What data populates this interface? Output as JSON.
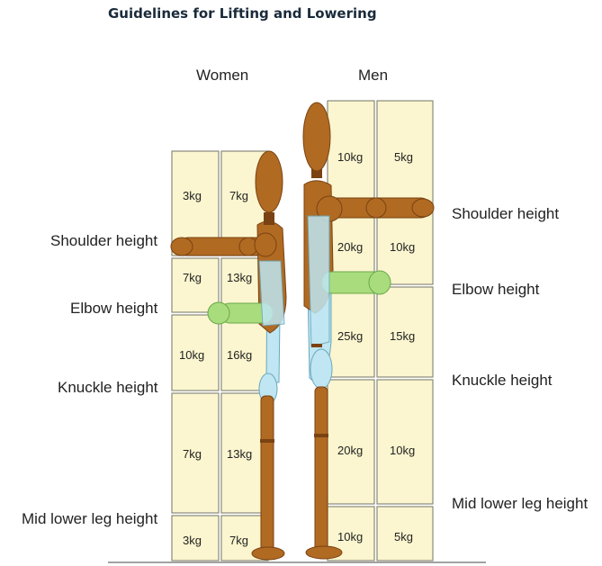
{
  "title": "Guidelines for Lifting and Lowering",
  "columns": {
    "women": "Women",
    "men": "Men"
  },
  "women_labels": {
    "shoulder": "Shoulder height",
    "elbow": "Elbow height",
    "knuckle": "Knuckle height",
    "mid_lower_leg": "Mid lower leg height"
  },
  "men_labels": {
    "shoulder": "Shoulder height",
    "elbow": "Elbow height",
    "knuckle": "Knuckle height",
    "mid_lower_leg": "Mid lower leg height"
  },
  "women_weights": {
    "above_shoulder": {
      "far": "3kg",
      "close": "7kg"
    },
    "shoulder_to_elbow": {
      "far": "7kg",
      "close": "13kg"
    },
    "elbow_to_knuckle": {
      "far": "10kg",
      "close": "16kg"
    },
    "knuckle_to_leg": {
      "far": "7kg",
      "close": "13kg"
    },
    "below_leg": {
      "far": "3kg",
      "close": "7kg"
    }
  },
  "men_weights": {
    "above_shoulder": {
      "close": "10kg",
      "far": "5kg"
    },
    "shoulder_to_elbow": {
      "close": "20kg",
      "far": "10kg"
    },
    "elbow_to_knuckle": {
      "close": "25kg",
      "far": "15kg"
    },
    "knuckle_to_leg": {
      "close": "20kg",
      "far": "10kg"
    },
    "below_leg": {
      "close": "10kg",
      "far": "5kg"
    }
  },
  "colors": {
    "cell_fill": "#fbf6cf",
    "cell_border": "#8a8a7a",
    "figure_wood": "#b06a22",
    "figure_dark": "#7a4212",
    "zone_blue": "#bfe6f2",
    "zone_green": "#a9dc7c"
  }
}
